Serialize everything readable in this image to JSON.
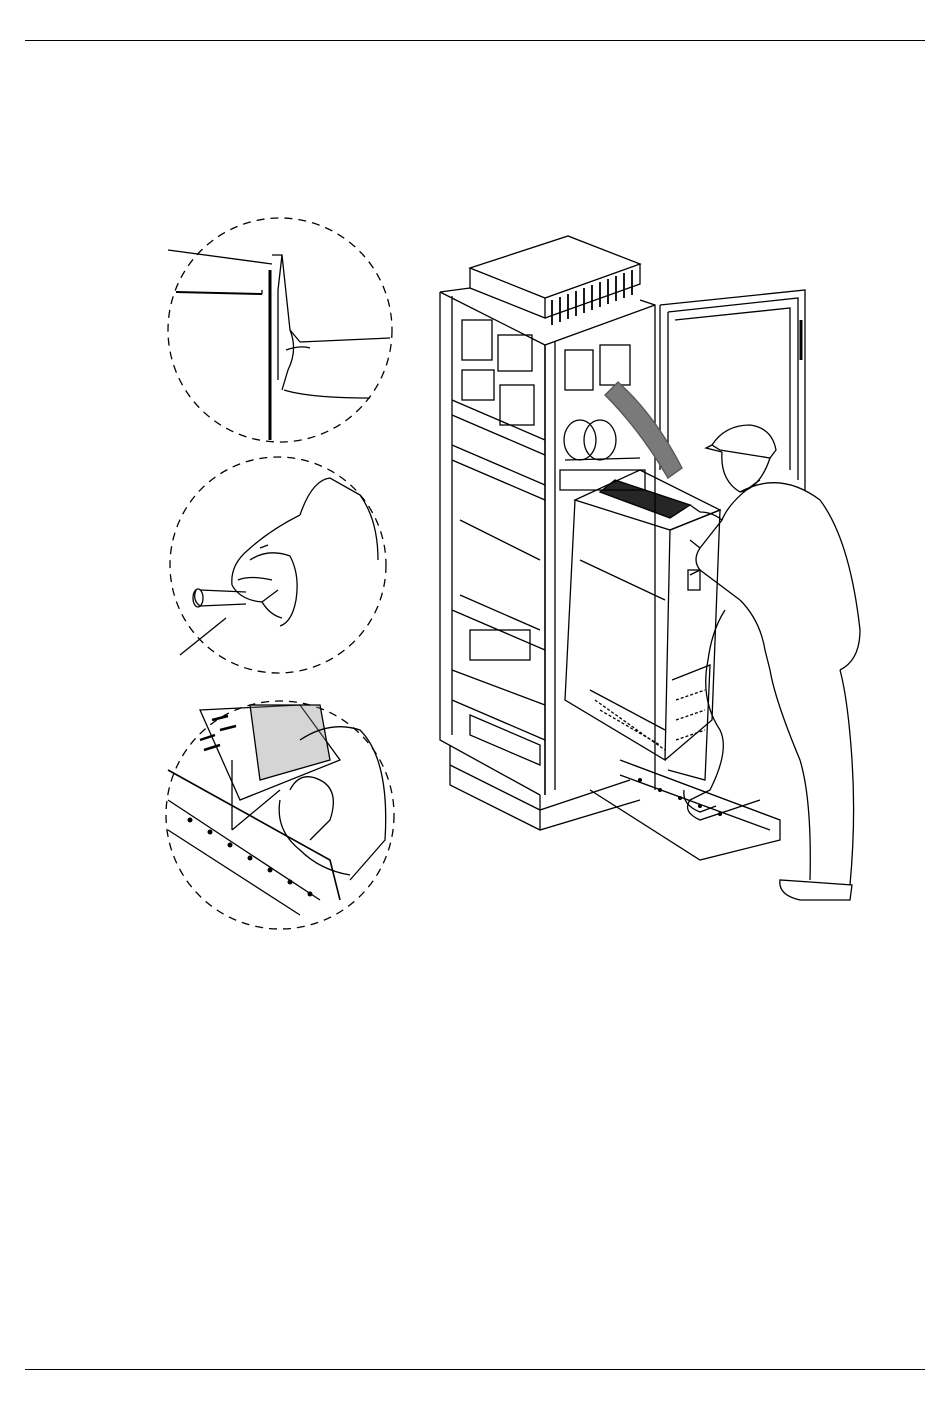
{
  "page": {
    "background": "#ffffff",
    "ink": "#000000",
    "accent_arrow": "#7a7a7a"
  },
  "figure": {
    "details": [
      {
        "name": "door-edge-detail",
        "icon": "door-edge-magnifier"
      },
      {
        "name": "handle-detail",
        "icon": "key-handle-magnifier"
      },
      {
        "name": "rail-detail",
        "icon": "rail-slot-magnifier"
      }
    ],
    "main": {
      "icon": "cabinet-module-removal"
    }
  }
}
